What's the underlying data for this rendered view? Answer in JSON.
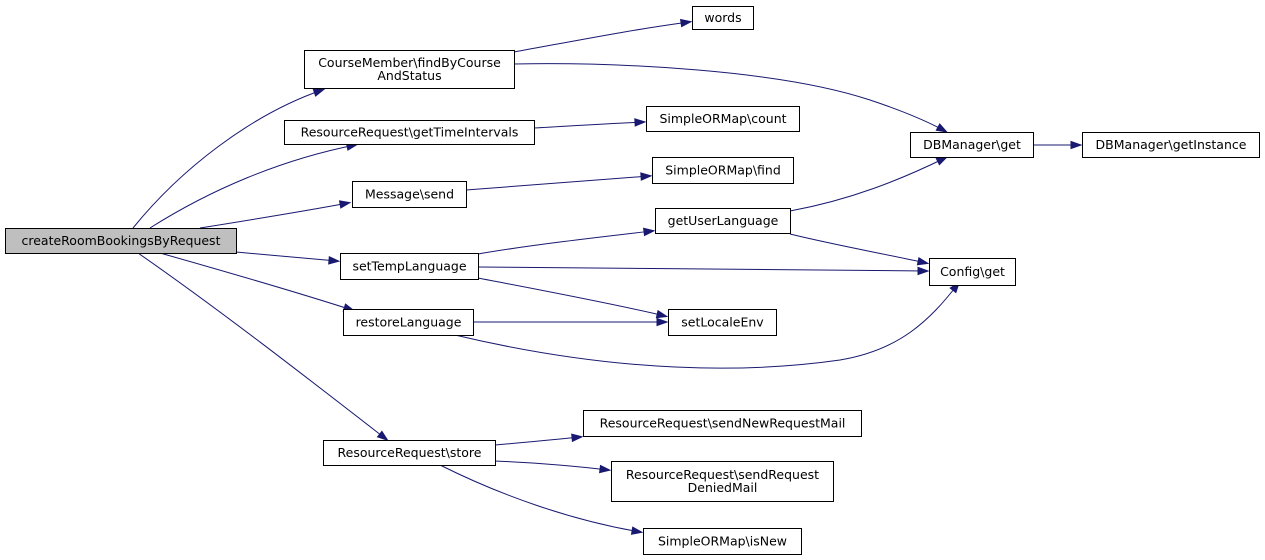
{
  "graph": {
    "nodes": {
      "root": {
        "label": [
          "createRoomBookingsByRequest"
        ]
      },
      "find_by_course": {
        "label": [
          "CourseMember\\findByCourse",
          "AndStatus"
        ]
      },
      "words": {
        "label": [
          "words"
        ]
      },
      "get_time_intervals": {
        "label": [
          "ResourceRequest\\getTimeIntervals"
        ]
      },
      "orm_count": {
        "label": [
          "SimpleORMap\\count"
        ]
      },
      "message_send": {
        "label": [
          "Message\\send"
        ]
      },
      "orm_find": {
        "label": [
          "SimpleORMap\\find"
        ]
      },
      "db_get": {
        "label": [
          "DBManager\\get"
        ]
      },
      "db_get_instance": {
        "label": [
          "DBManager\\getInstance"
        ]
      },
      "get_user_language": {
        "label": [
          "getUserLanguage"
        ]
      },
      "set_temp_language": {
        "label": [
          "setTempLanguage"
        ]
      },
      "config_get": {
        "label": [
          "Config\\get"
        ]
      },
      "restore_language": {
        "label": [
          "restoreLanguage"
        ]
      },
      "set_locale_env": {
        "label": [
          "setLocaleEnv"
        ]
      },
      "rr_store": {
        "label": [
          "ResourceRequest\\store"
        ]
      },
      "rr_send_new_mail": {
        "label": [
          "ResourceRequest\\sendNewRequestMail"
        ]
      },
      "rr_send_denied_mail": {
        "label": [
          "ResourceRequest\\sendRequest",
          "DeniedMail"
        ]
      },
      "orm_is_new": {
        "label": [
          "SimpleORMap\\isNew"
        ]
      }
    },
    "edges": [
      [
        "root",
        "find_by_course"
      ],
      [
        "root",
        "get_time_intervals"
      ],
      [
        "root",
        "message_send"
      ],
      [
        "root",
        "set_temp_language"
      ],
      [
        "root",
        "restore_language"
      ],
      [
        "root",
        "rr_store"
      ],
      [
        "find_by_course",
        "words"
      ],
      [
        "find_by_course",
        "db_get"
      ],
      [
        "get_time_intervals",
        "orm_count"
      ],
      [
        "message_send",
        "orm_find"
      ],
      [
        "db_get",
        "db_get_instance"
      ],
      [
        "get_user_language",
        "db_get"
      ],
      [
        "get_user_language",
        "config_get"
      ],
      [
        "set_temp_language",
        "get_user_language"
      ],
      [
        "set_temp_language",
        "config_get"
      ],
      [
        "set_temp_language",
        "set_locale_env"
      ],
      [
        "restore_language",
        "set_locale_env"
      ],
      [
        "restore_language",
        "config_get"
      ],
      [
        "rr_store",
        "rr_send_new_mail"
      ],
      [
        "rr_store",
        "rr_send_denied_mail"
      ],
      [
        "rr_store",
        "orm_is_new"
      ]
    ],
    "colors": {
      "edge": "#191970",
      "node_border": "#000000",
      "node_fill": "#ffffff",
      "root_fill": "#bfbfbf"
    }
  }
}
